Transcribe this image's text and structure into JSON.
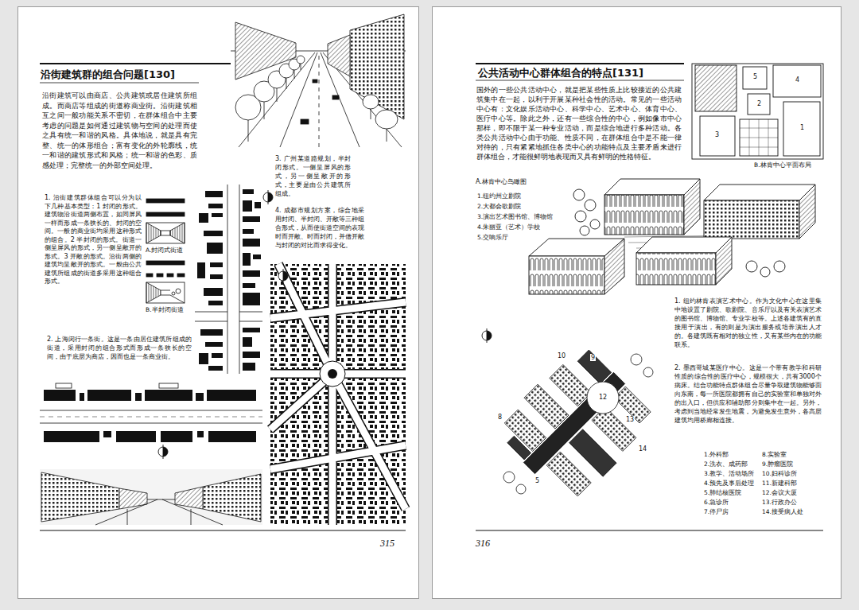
{
  "diagram": {
    "nodes": [
      {
        "text": [
          "沿街建筑群的组合问题[130]",
          "沿街建筑可以由商店、公共建筑或居住建筑所组成。而商店等组成的街道称商业街。沿街建筑相互之间一般功能关系不密切，在群体组合中主要考虑的问题是如何通过建筑物与空间的处理而使之具有统一和谐的风格。具体地说，就是具有完整、统一的体形组合；富有变化的外轮廓线，统一和谐的建筑形式和风格；统一和谐的色彩、质感处理；完整统一的外部空间处理。",
          "1. 沿街建筑群体组合可以分为以下几种基本类型：1 封闭的形式。建筑物沿街道两侧布置，如同屏风一样而形成一条狭长的、封闭的空间。一般的商业街均采用这种形式的组合。2 半封闭的形式。街道一侧呈屏风的形式，另一侧呈敞开的形式。3 开敞的形式。沿街两侧的建筑均呈敞开的形式。一般由公共建筑所组成的街道多采用这种组合形式。",
          "2. 上海闵行一条街。这是一条由居住建筑所组成的街道，采用封闭的组合形式而形成一条狭长的空间，由于底层为商店，因而也是一条商业街。",
          "3. 广州某道路规划，半封闭形式。一侧呈屏风的形式，另一侧呈敞开的形式，主要是由公共建筑所组成。",
          "4. 成都市规划方案，综合地采用封闭、半封闭、开敞等三种组合形式，从而使街道空间的表现时而开敞、时而封闭，并借开敞与封闭的对比而求得变化。"
        ]
      },
      {
        "text": [
          "公共活动中心群体组合的特点[131]",
          "国外的一些公共活动中心，就是把某些性质上比较接近的公共建筑集中在一起，以利于开展某种社会性的活动。常见的一些活动中心有：文化娱乐活动中心、科学中心、艺术中心、体育中心、医疗中心等。除此之外，还有一些综合性的中心，例如像市中心那样，即不限于某一种专业活动，而是综合地进行多种活动。各类公共活动中心由于功能、性质不同，在群体组合中是不能一律对待的，只有紧紧地抓住各类中心的功能特点及主要矛盾来进行群体组合，才能很鲜明地表现而又具有鲜明的性格特征。",
          "1. 纽约林肯表演艺术中心。作为文化中心在这里集中地设置了剧院、歌剧院、音乐厅以及有关表演艺术的图书馆、博物馆、专业学校等。上述各建筑有的直接用于演出，有的则是为演出服务或培养演出人才的。各建筑既有相对的独立性，又有某些内在的功能联系。",
          "2. 墨西哥城某医疗中心。这是一个带有教学和科研性质的综合性的医疗中心，规模很大，共有3000个病床。结合功能特点群体组合尽量争取建筑物能够面向东南，每一所医院都拥有自己的实验室和单独对外的出入口，但供应和辅助部分则集中在一起。另外，考虑到当地经常发生地震，为避免发生意外，各高层建筑均用桥廊相连接。"
        ]
      }
    ],
    "labels": [
      "A.封闭式街道",
      "B.半封闭街道",
      "315",
      "A.林肯中心鸟瞰图",
      "1.纽约州立剧院",
      "2.大都会歌剧院",
      "3.演出艺术图书馆、博物馆",
      "4.朱丽亚（艺术）学校",
      "5.交响乐厅",
      "B.林肯中心平面布局",
      "1",
      "2",
      "3",
      "4",
      "5",
      "1.外科部",
      "2.洗衣、成药部",
      "3.教学、活动场所",
      "4.预先及事后处理",
      "5.肺结核医院",
      "6.急诊所",
      "7.停尸房",
      "8.实验室",
      "9.肿瘤医院",
      "10.妇科诊所",
      "11.新建科部",
      "12.会议大厦",
      "13.行政办公",
      "14.接受病人处",
      "10",
      "9",
      "12",
      "8",
      "5",
      "13",
      "14",
      "316"
    ]
  }
}
